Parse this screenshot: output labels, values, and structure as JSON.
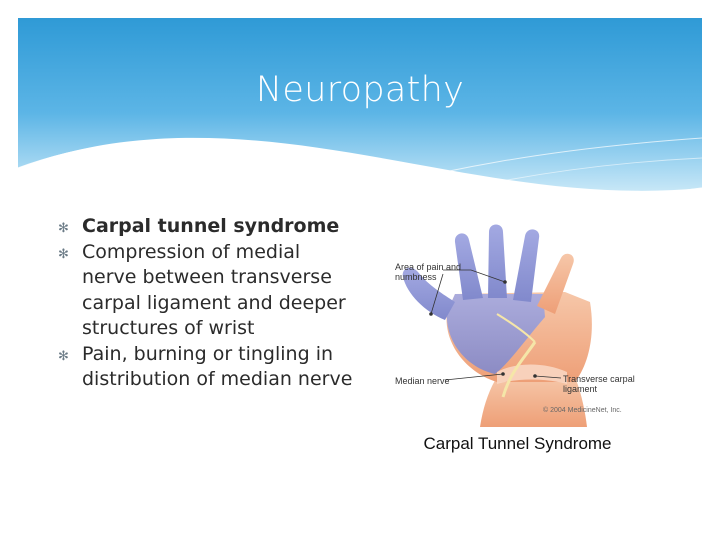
{
  "title": "Neuropathy",
  "bullets": [
    "Carpal tunnel syndrome",
    "Compression of medial nerve between transverse carpal ligament and deeper structures of wrist",
    "Pain, burning or tingling in distribution of median nerve"
  ],
  "figure": {
    "label_symptoms": "Area of pain and numbness",
    "label_median": "Median nerve",
    "label_ligament": "Transverse carpal ligament",
    "copyright": "© 2004 MedicineNet, Inc.",
    "caption": "Carpal Tunnel Syndrome"
  },
  "colors": {
    "header_top": "#2f9ad6",
    "header_bottom": "#bfe3f6",
    "skin": "#f2b28f",
    "numb_area": "#8f96d6",
    "bullet_text": "#2b2b2b"
  }
}
